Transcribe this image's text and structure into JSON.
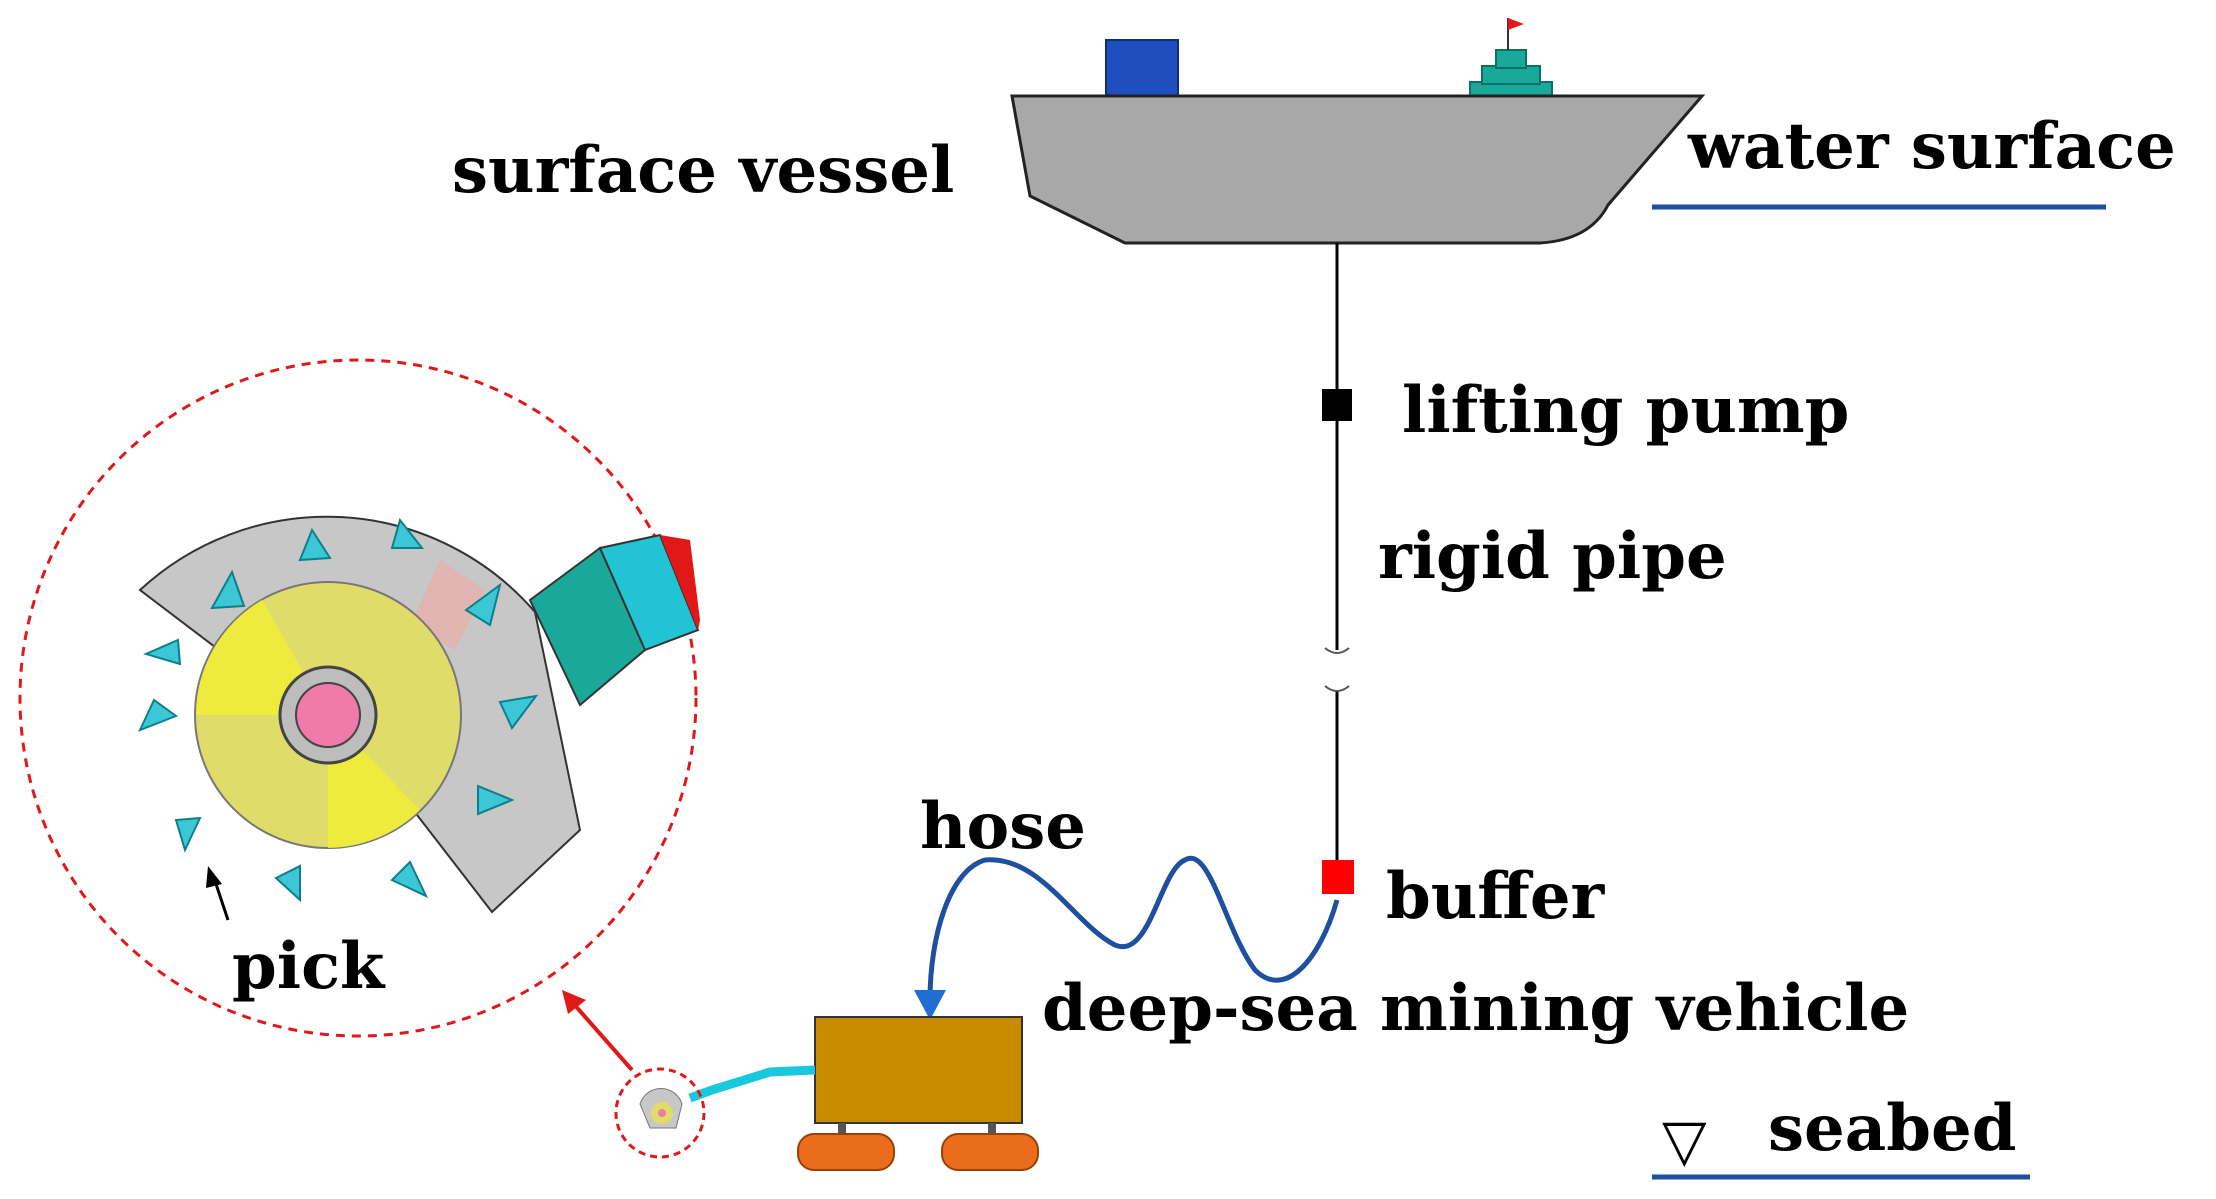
{
  "labels": {
    "surface_vessel": "surface vessel",
    "water_surface": "water surface",
    "lifting_pump": "lifting pump",
    "rigid_pipe": "rigid pipe",
    "hose": "hose",
    "buffer": "buffer",
    "mining_vehicle": "deep-sea mining vehicle",
    "seabed_symbol": "▽",
    "seabed": "seabed",
    "pick": "pick"
  },
  "colors": {
    "hull": "#a8a8a8",
    "hull_outline": "#222222",
    "vessel_box": "#1f4fbf",
    "vessel_bridge": "#1aa89a",
    "pipe": "#000000",
    "lifting_pump": "#000000",
    "buffer": "#ff0000",
    "hose": "#1f4fa0",
    "waterline": "#1f4fa0",
    "vehicle_body": "#c88a00",
    "vehicle_tracks": "#e96d1c",
    "collector_arm": "#19c8dc",
    "cutter_drum": "#e0dc6a",
    "cutter_hub": "#f07aa8",
    "cutter_shroud": "#c7c7c7",
    "motor": "#22c4d4",
    "picks": "#3cc7d6",
    "callout": "#e01818"
  }
}
